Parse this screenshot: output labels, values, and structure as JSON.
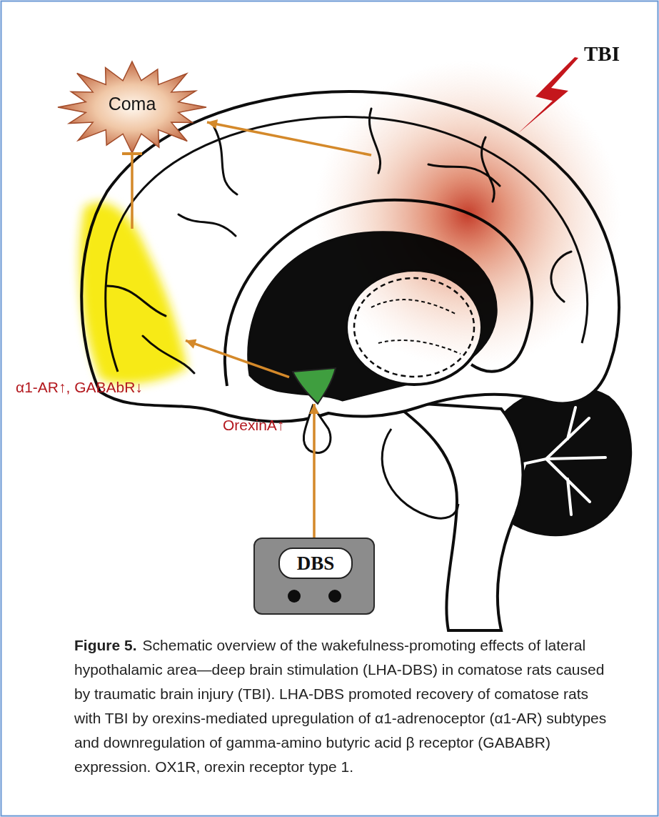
{
  "diagram": {
    "title": "Figure 5.",
    "caption": "Schematic overview of the wakefulness-promoting effects of lateral hypothalamic area—deep brain stimulation (LHA-DBS) in comatose rats caused by traumatic brain injury (TBI). LHA-DBS promoted recovery of comatose rats with TBI by orexins-mediated upregulation of α1-adrenoceptor (α1-AR) subtypes and downregulation of gamma-amino butyric acid β receptor (GABABR) expression. OX1R, orexin receptor type 1.",
    "nodes": [
      {
        "text": [
          "Coma"
        ]
      },
      {
        "text": [
          "TBI"
        ]
      },
      {
        "text": [
          "α1-AR↑, GABAbR↓"
        ]
      },
      {
        "text": [
          "OrexinA↑"
        ]
      },
      {
        "text": [
          "DBS"
        ]
      }
    ],
    "edges": [
      {
        "from": 1,
        "to": 0,
        "arrow": "to"
      },
      {
        "from": 2,
        "to": 0,
        "arrow": "to"
      },
      {
        "from": 3,
        "to": 2,
        "arrow": "to"
      },
      {
        "from": 4,
        "to": 3,
        "arrow": "to"
      }
    ]
  }
}
